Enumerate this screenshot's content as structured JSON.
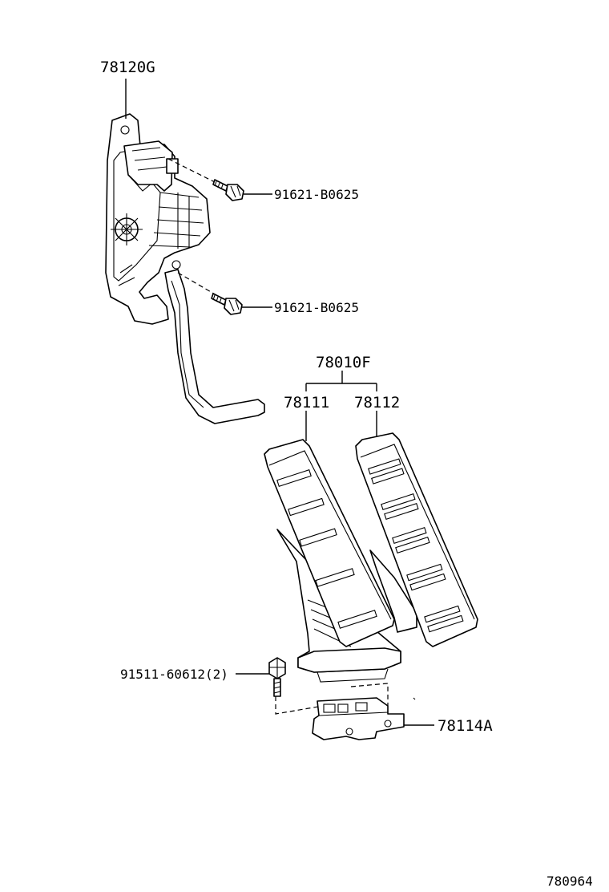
{
  "labels": {
    "pedal_assembly": "78120G",
    "bolt_upper": "91621-B0625",
    "bolt_lower": "91621-B0625",
    "pad_set": "78010F",
    "pad_left": "78111",
    "pad_right": "78112",
    "bolt_bracket": "91511-60612(2)",
    "bracket": "78114A",
    "diagram_number": "780964"
  }
}
